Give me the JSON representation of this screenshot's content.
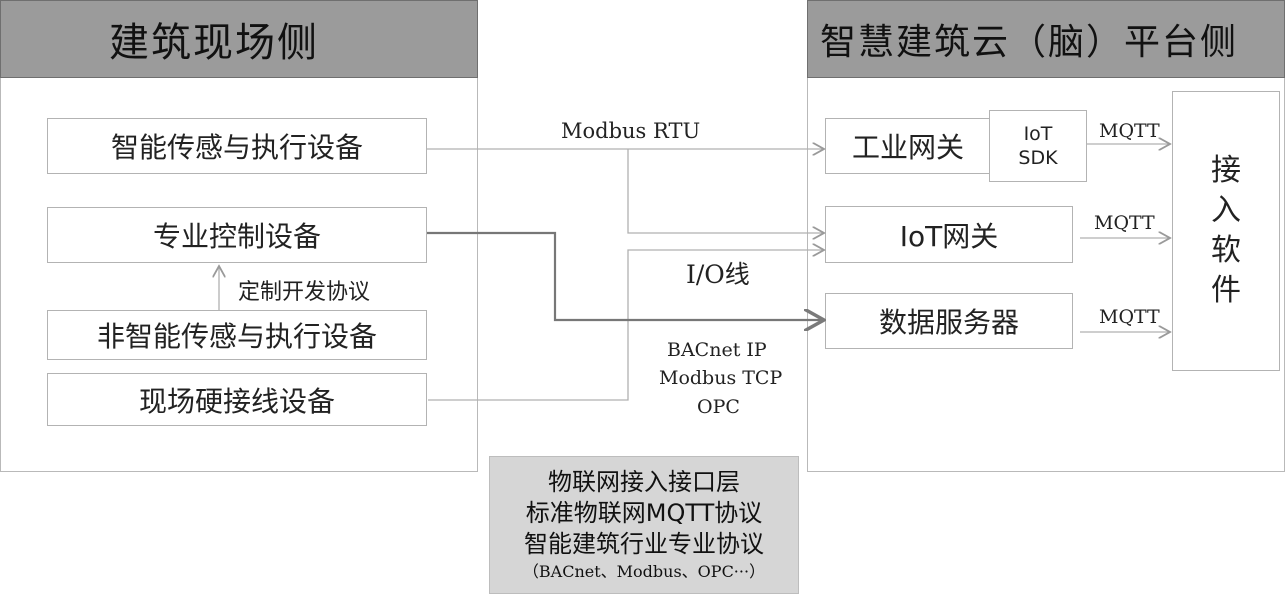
{
  "left_panel": {
    "title": "建筑现场侧",
    "devices": {
      "smart_sensor": "智能传感与执行设备",
      "professional_control": "专业控制设备",
      "custom_protocol": "定制开发协议",
      "non_smart_sensor": "非智能传感与执行设备",
      "hardwired": "现场硬接线设备"
    }
  },
  "right_panel": {
    "title": "智慧建筑云（脑）平台侧",
    "industrial_gateway": "工业网关",
    "iot_sdk_line1": "IoT",
    "iot_sdk_line2": "SDK",
    "iot_gateway": "IoT网关",
    "data_server": "数据服务器",
    "access_software": [
      "接",
      "入",
      "软",
      "件"
    ]
  },
  "connections": {
    "modbus_rtu": "Modbus RTU",
    "io_line": "I/O线",
    "bacnet_ip": "BACnet IP",
    "modbus_tcp": "Modbus TCP",
    "opc": "OPC",
    "mqtt_1": "MQTT",
    "mqtt_2": "MQTT",
    "mqtt_3": "MQTT"
  },
  "legend": {
    "line1": "物联网接入接口层",
    "line2": "标准物联网MQTT协议",
    "line3": "智能建筑行业专业协议",
    "line4": "（BACnet、Modbus、OPC···）"
  }
}
